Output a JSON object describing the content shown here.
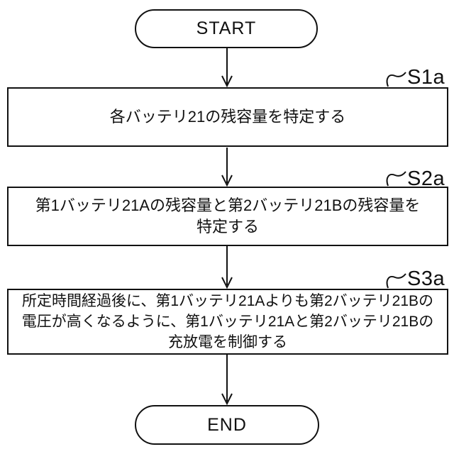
{
  "flowchart": {
    "start_label": "START",
    "end_label": "END",
    "steps": [
      {
        "id": "S1a",
        "lines": [
          "各バッテリ21の残容量を特定する"
        ]
      },
      {
        "id": "S2a",
        "lines": [
          "第1バッテリ21Aの残容量と第2バッテリ21Bの残容量を",
          "特定する"
        ]
      },
      {
        "id": "S3a",
        "lines": [
          "所定時間経過後に、第1バッテリ21Aよりも第2バッテリ21Bの",
          "電圧が高くなるように、第1バッテリ21Aと第2バッテリ21Bの",
          "充放電を制御する"
        ]
      }
    ],
    "colors": {
      "ink": "#111111",
      "background": "#ffffff"
    }
  }
}
